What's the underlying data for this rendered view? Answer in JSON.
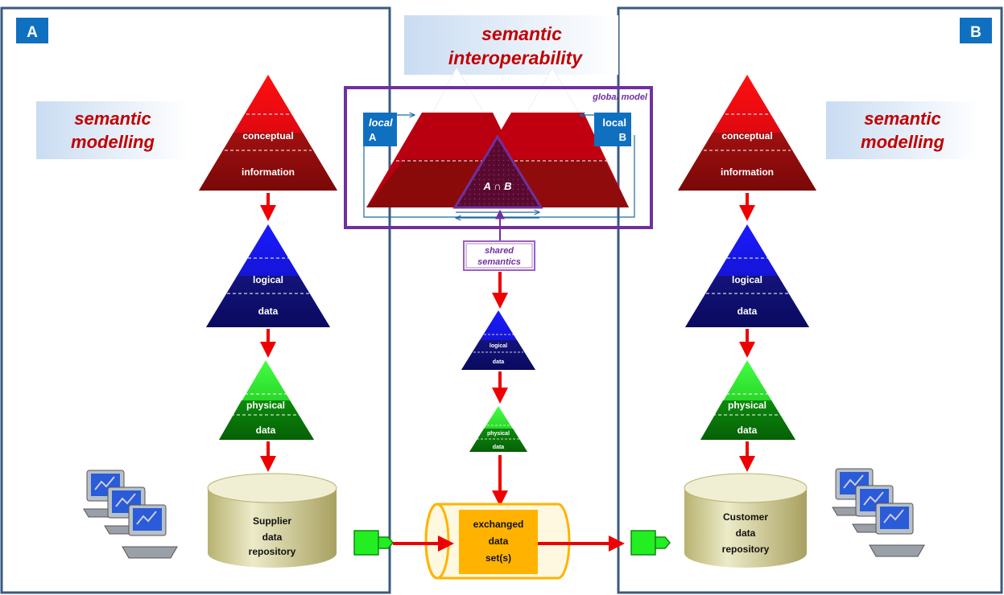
{
  "panels": {
    "a_badge": "A",
    "b_badge": "B"
  },
  "left": {
    "modelling_line1": "semantic",
    "modelling_line2": "modelling",
    "conceptual": "conceptual",
    "information": "information",
    "logical": "logical",
    "data_logical": "data",
    "physical": "physical",
    "data_physical": "data",
    "repo_line1": "Supplier",
    "repo_line2": "data",
    "repo_line3": "repository"
  },
  "right": {
    "modelling_line1": "semantic",
    "modelling_line2": "modelling",
    "conceptual": "conceptual",
    "information": "information",
    "logical": "logical",
    "data_logical": "data",
    "physical": "physical",
    "data_physical": "data",
    "repo_line1": "Customer",
    "repo_line2": "data",
    "repo_line3": "repository"
  },
  "center": {
    "interop_line1": "semantic",
    "interop_line2": "interoperability",
    "global_model": "global model",
    "local_a_line1": "local",
    "local_a_line2": "A",
    "local_b_line1": "local",
    "local_b_line2": "B",
    "intersection": "A ∩ B",
    "shared_line1": "shared",
    "shared_line2": "semantics",
    "logical": "logical",
    "data_logical": "data",
    "physical": "physical",
    "data_physical": "data",
    "exchange_line1": "exchanged",
    "exchange_line2": "data",
    "exchange_line3": "set(s)"
  },
  "colors": {
    "conceptual_red": "#e0000f",
    "information_red": "#8b0a0a",
    "logical_blue": "#1010e0",
    "data_blue": "#101080",
    "physical_green": "#22dd22",
    "data_green": "#0a7a0a",
    "arrow_red": "#ee0000",
    "badge_blue": "#1070c0",
    "purple": "#7030a0",
    "title_red": "#c00000",
    "exchange_orange": "#ffb300",
    "cylinder_tan": "#d8d49a",
    "connector_green": "#22ee22"
  }
}
